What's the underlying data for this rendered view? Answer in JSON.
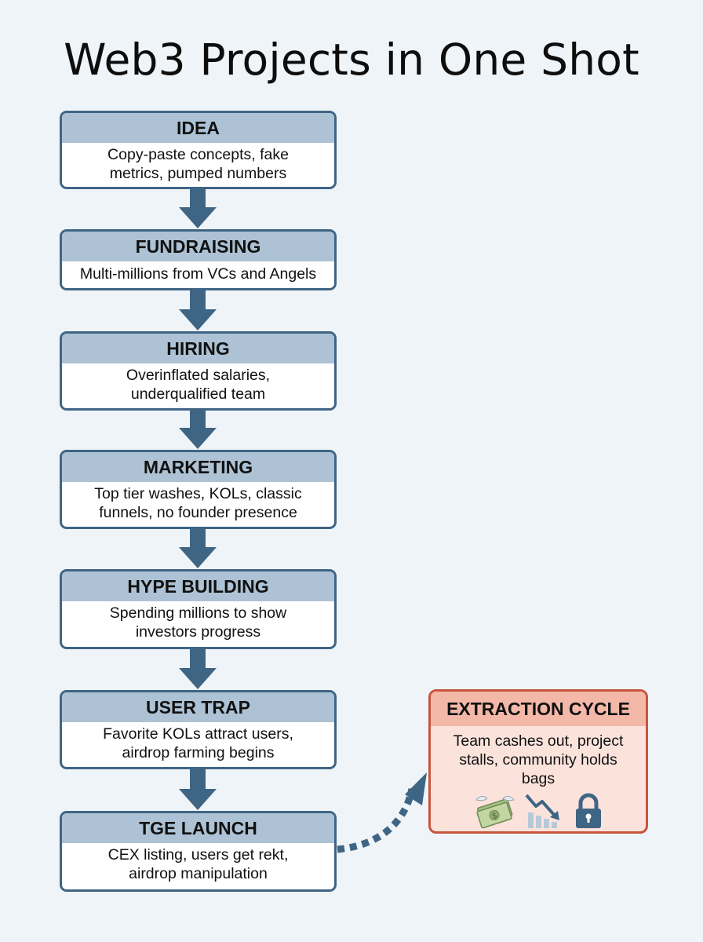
{
  "title": "Web3 Projects in One Shot",
  "steps": [
    {
      "title": "IDEA",
      "desc": "Copy-paste concepts, fake metrics, pumped numbers"
    },
    {
      "title": "FUNDRAISING",
      "desc": "Multi-millions from VCs and Angels"
    },
    {
      "title": "HIRING",
      "desc": "Overinflated salaries, underqualified team"
    },
    {
      "title": "MARKETING",
      "desc": "Top tier washes, KOLs, classic funnels, no founder presence"
    },
    {
      "title": "HYPE BUILDING",
      "desc": "Spending millions to show investors progress"
    },
    {
      "title": "USER TRAP",
      "desc": "Favorite KOLs attract users, airdrop farming begins"
    },
    {
      "title": "TGE LAUNCH",
      "desc": "CEX listing, users get rekt, airdrop manipulation"
    }
  ],
  "extraction": {
    "title": "EXTRACTION CYCLE",
    "desc": "Team cashes out, project stalls, community holds bags",
    "icons": [
      "flying-money-icon",
      "declining-chart-icon",
      "padlock-icon"
    ]
  },
  "colors": {
    "background": "#eff4f8",
    "step_border": "#3f6585",
    "step_header": "#adc2d4",
    "arrow": "#3f6585",
    "extraction_border": "#c8553d",
    "extraction_header": "#f3b8a7",
    "extraction_body": "#fbe3dc"
  }
}
